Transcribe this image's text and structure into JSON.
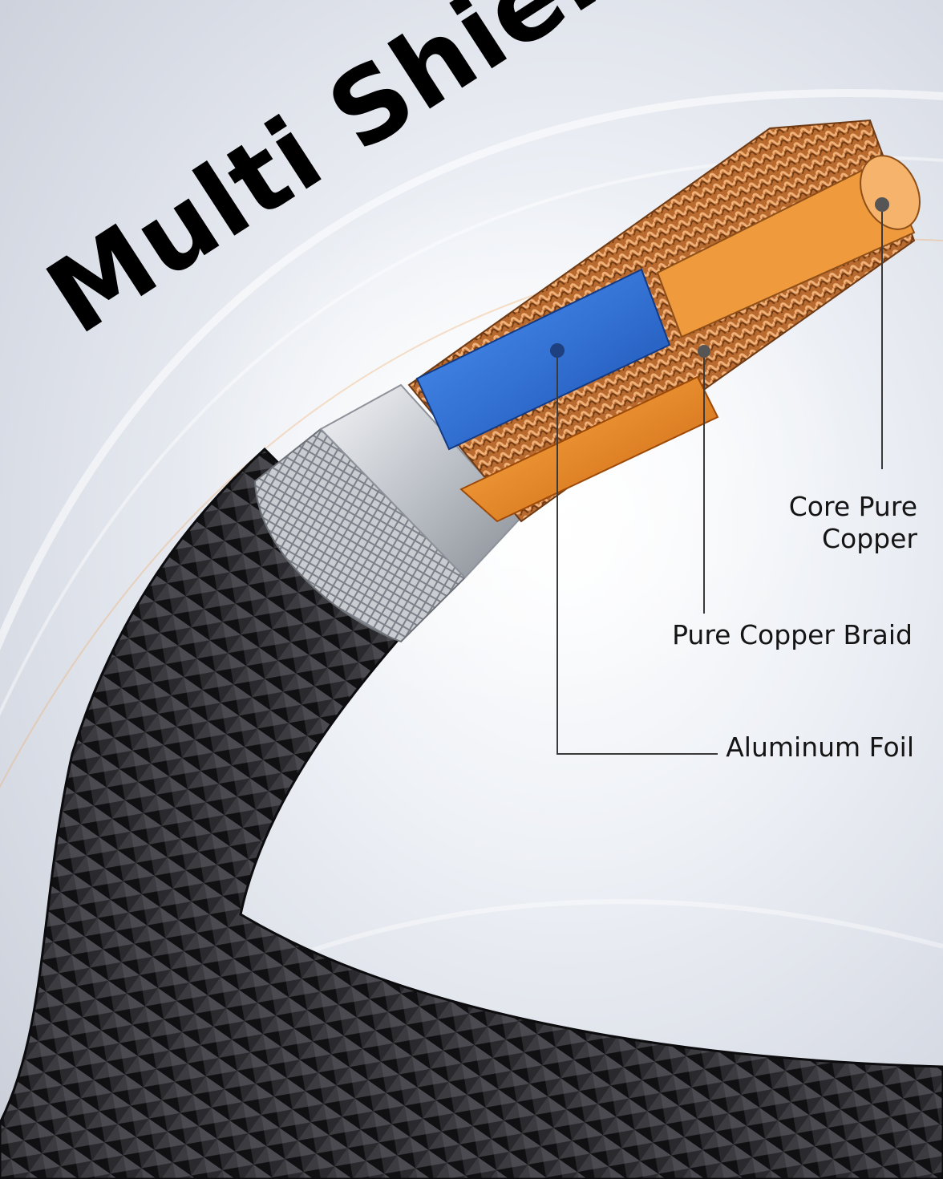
{
  "headline": "Multi Shielding",
  "callouts": {
    "core_line1": "Core Pure",
    "core_line2": "Copper",
    "braid": "Pure Copper Braid",
    "foil": "Aluminum Foil"
  },
  "colors": {
    "headline": "#000000",
    "callout_text": "#151515",
    "leader_line": "#3a3a3a",
    "copper": "#c97a3a",
    "blue_insulation": "#2a6fd6",
    "orange_insulation": "#ef8b1c",
    "aluminum_foil": "#c9ccd1",
    "braided_jacket": "#1d1d1f"
  },
  "layers": [
    "braided-jacket",
    "aluminum-mesh",
    "aluminum-foil",
    "copper-braid",
    "blue-insulated-wire",
    "orange-insulated-wire",
    "core-copper-strands"
  ]
}
